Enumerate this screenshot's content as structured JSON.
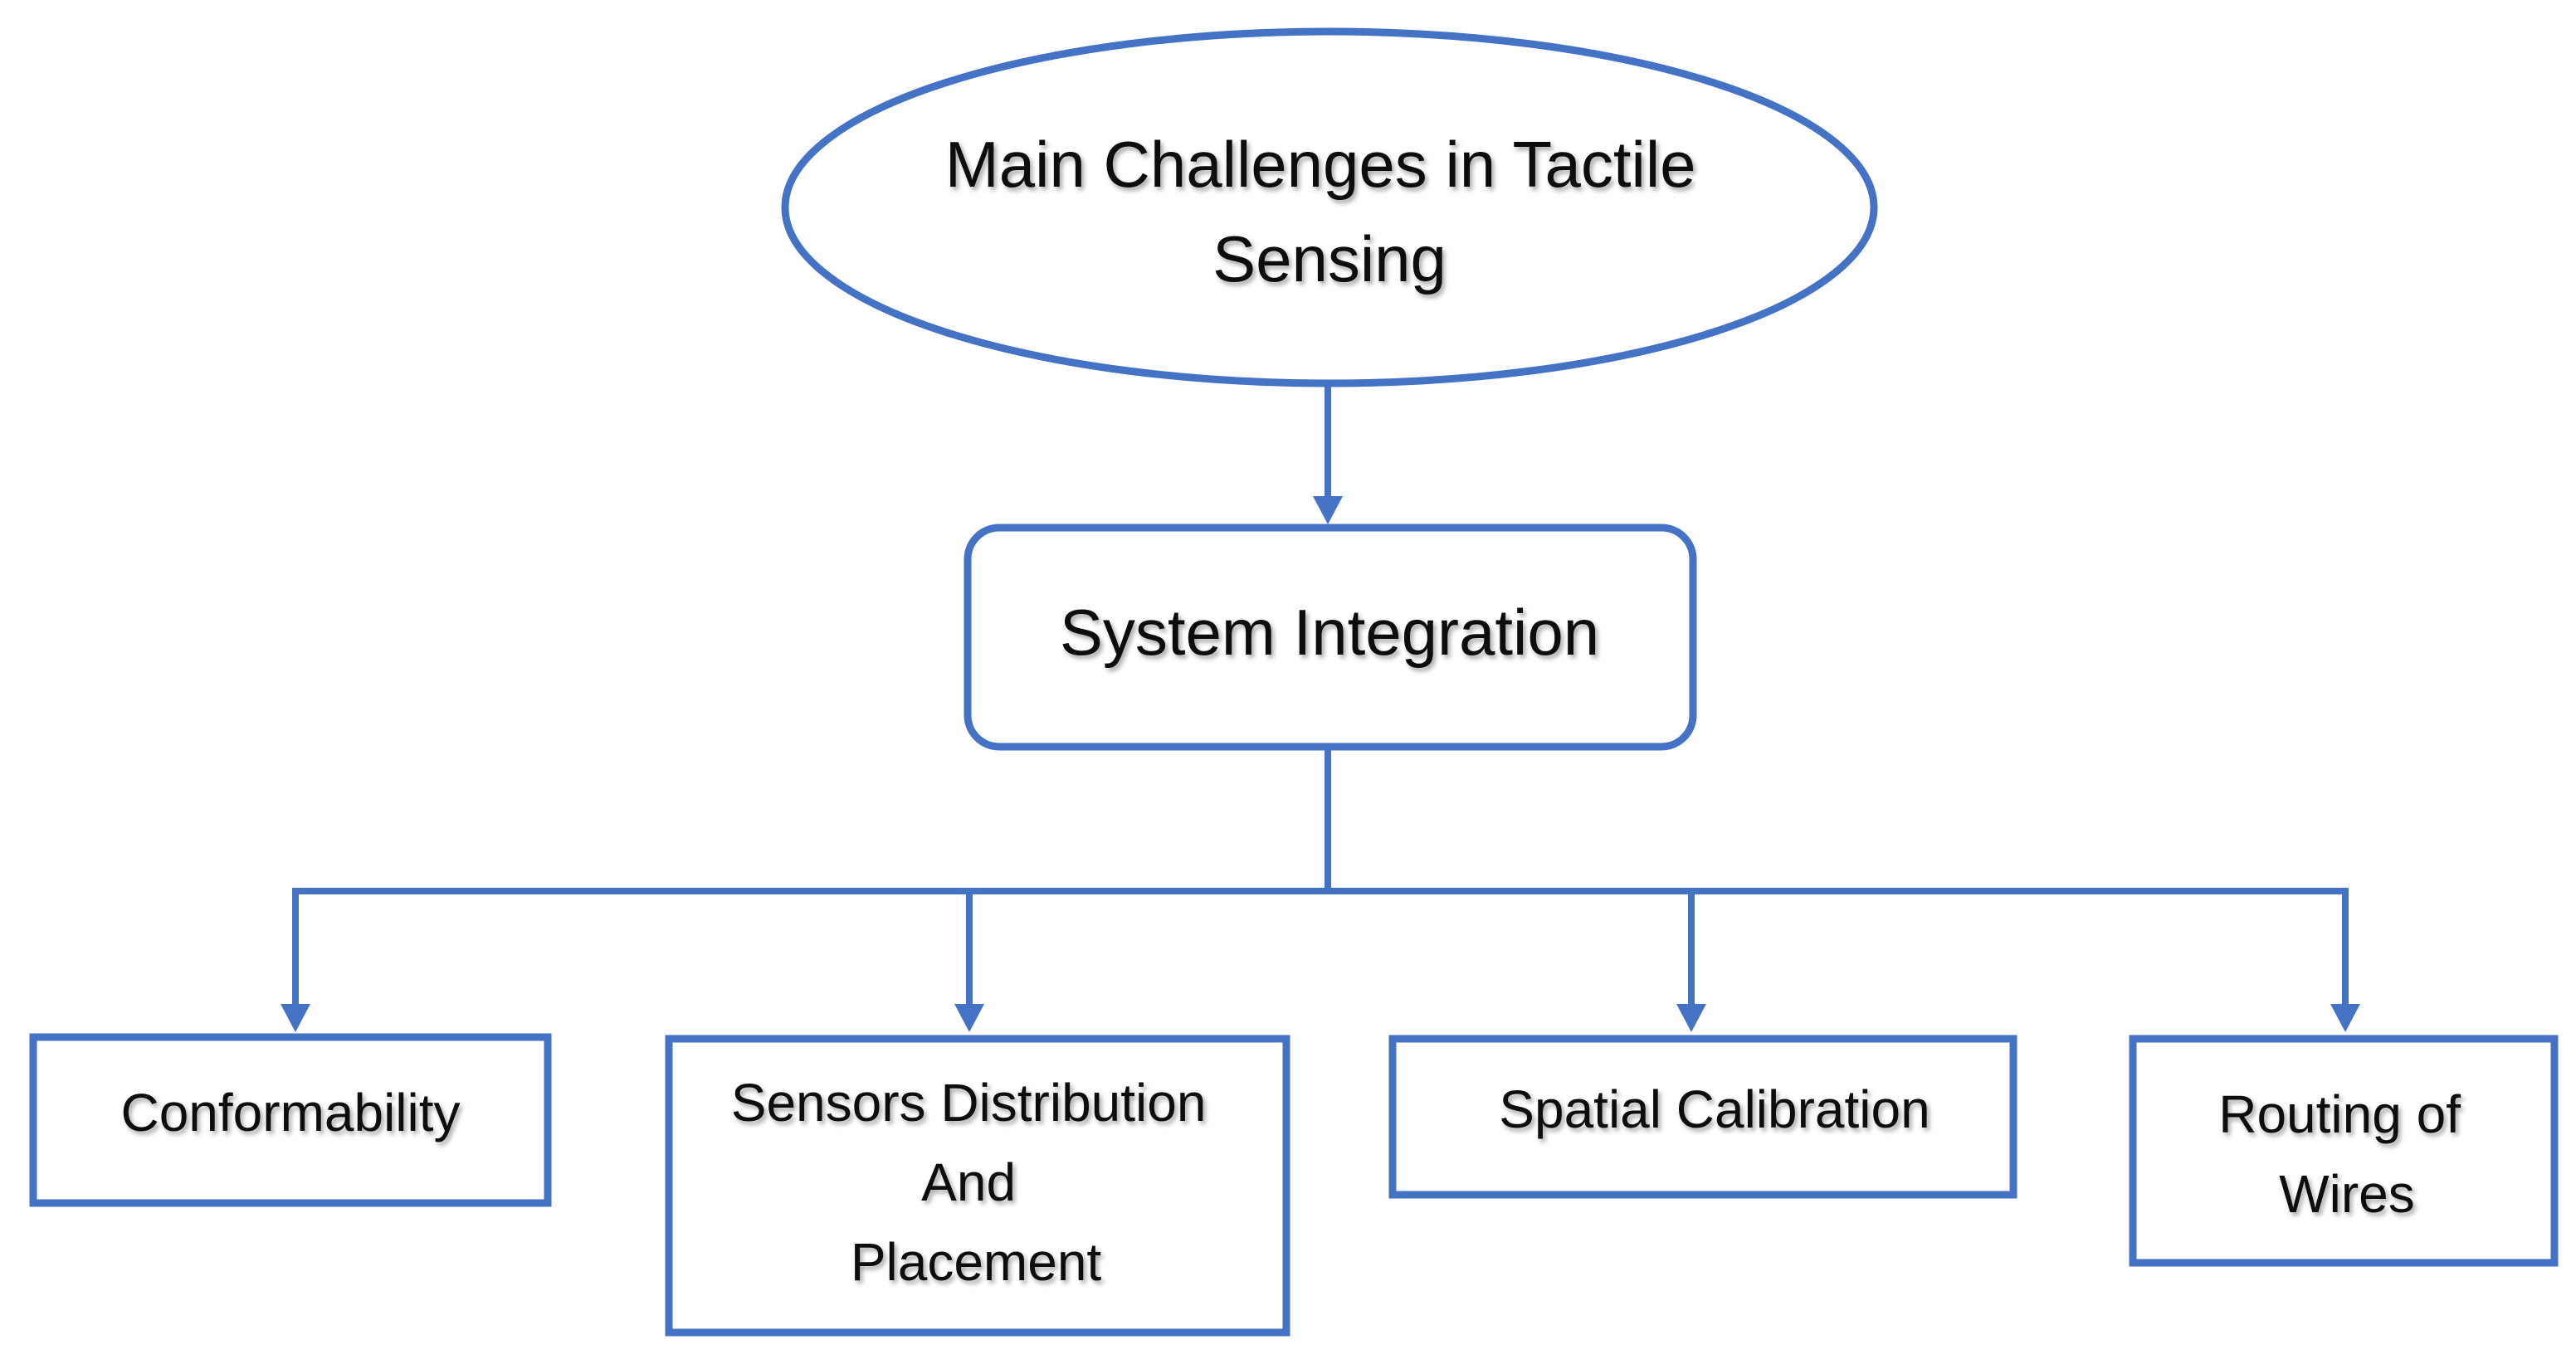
{
  "colors": {
    "stroke": "#4472C4",
    "text": "#111111",
    "background": "#ffffff"
  },
  "root": {
    "lines": [
      "Main Challenges in Tactile",
      "Sensing"
    ]
  },
  "mid": {
    "lines": [
      "System Integration"
    ]
  },
  "leaves": [
    {
      "id": "conformability",
      "lines": [
        "Conformability"
      ]
    },
    {
      "id": "sensors-distribution",
      "lines": [
        "Sensors Distribution",
        "And",
        "Placement"
      ]
    },
    {
      "id": "spatial-calibration",
      "lines": [
        "Spatial Calibration"
      ]
    },
    {
      "id": "routing-of-wires",
      "lines": [
        "Routing of",
        "Wires"
      ]
    }
  ]
}
